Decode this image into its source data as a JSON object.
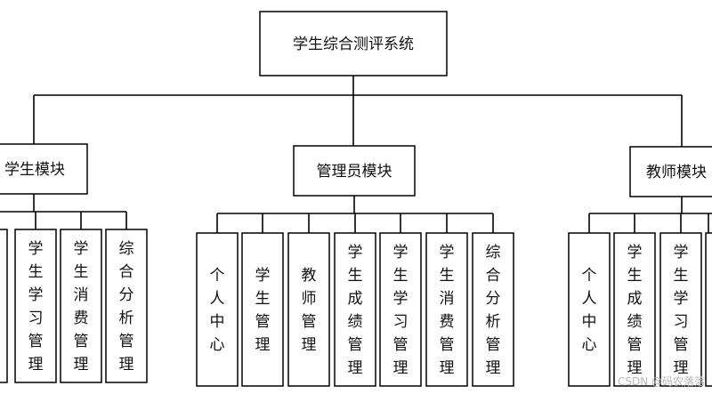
{
  "root": {
    "label": "学生综合测评系统"
  },
  "modules": [
    {
      "label": "学生模块",
      "children": [
        "学生学习管理",
        "学生消费管理",
        "综合分析管理"
      ]
    },
    {
      "label": "管理员模块",
      "children": [
        "个人中心",
        "学生管理",
        "教师管理",
        "学生成绩管理",
        "学生学习管理",
        "学生消费管理",
        "综合分析管理"
      ]
    },
    {
      "label": "教师模块",
      "children": [
        "个人中心",
        "学生成绩管理",
        "学生学习管理"
      ]
    }
  ],
  "watermark": "CSDN @码农落落"
}
